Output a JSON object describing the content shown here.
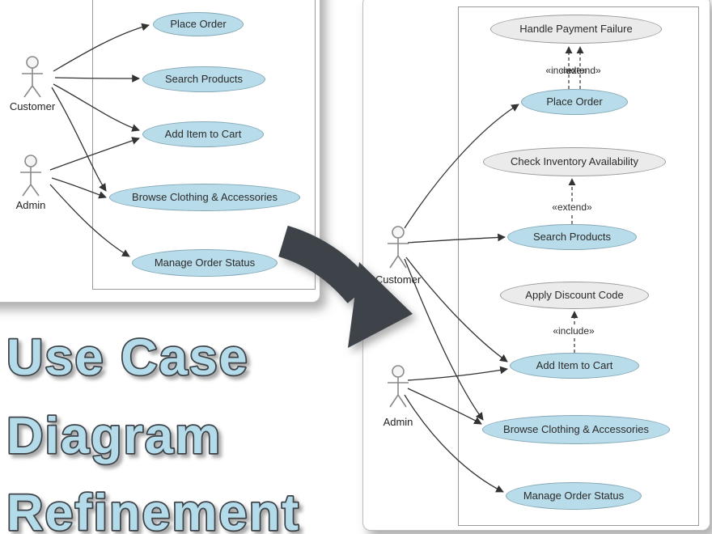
{
  "title": {
    "lines": [
      "Use Case",
      "Diagram",
      "Refinement"
    ]
  },
  "left_diagram": {
    "actors": [
      "Customer",
      "Admin"
    ],
    "use_cases": [
      "Place Order",
      "Search Products",
      "Add Item to Cart",
      "Browse Clothing & Accessories",
      "Manage Order Status"
    ]
  },
  "right_diagram": {
    "actors": [
      "Customer",
      "Admin"
    ],
    "primary_use_cases": [
      "Place Order",
      "Search Products",
      "Add Item to Cart",
      "Browse Clothing & Accessories",
      "Manage Order Status"
    ],
    "secondary_use_cases": [
      "Handle Payment Failure",
      "Check Inventory Availability",
      "Apply Discount Code"
    ],
    "stereotypes": {
      "include_top": "«include»",
      "extend_top": "«extend»",
      "extend_mid": "«extend»",
      "include_bottom": "«include»"
    }
  },
  "colors": {
    "use_case_fill": "#b9dcea",
    "secondary_use_case_fill": "#ebebeb",
    "transform_arrow": "#3d4348",
    "title_fill": "#b4dbe9",
    "title_outline": "#3d4348"
  }
}
